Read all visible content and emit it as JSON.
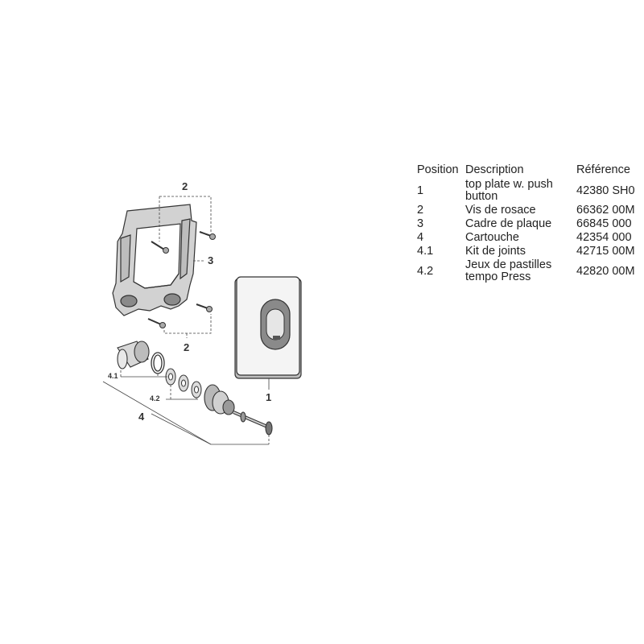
{
  "diagram": {
    "callouts": {
      "top_screws": "2",
      "frame": "3",
      "bottom_screws": "2",
      "top_plate": "1",
      "seal_kit": "4.1",
      "tablets": "4.2",
      "cartridge": "4"
    }
  },
  "parts_table": {
    "headers": {
      "position": "Position",
      "description": "Description",
      "reference": "Référence"
    },
    "rows": [
      {
        "position": "1",
        "description": "top plate w. push button",
        "reference": "42380 SH0"
      },
      {
        "position": "2",
        "description": "Vis de rosace",
        "reference": "66362 00M"
      },
      {
        "position": "3",
        "description": "Cadre de plaque",
        "reference": "66845 000"
      },
      {
        "position": "4",
        "description": "Cartouche",
        "reference": "42354 000"
      },
      {
        "position": "4.1",
        "description": "Kit de joints",
        "reference": "42715 00M"
      },
      {
        "position": "4.2",
        "description": "Jeux de pastilles tempo Press",
        "reference": "42820 00M"
      }
    ]
  },
  "colors": {
    "line": "#333333",
    "plate_fill": "#f4f4f4",
    "button_fill": "#9a9a9a",
    "frame_fill": "#cfcfcf"
  }
}
